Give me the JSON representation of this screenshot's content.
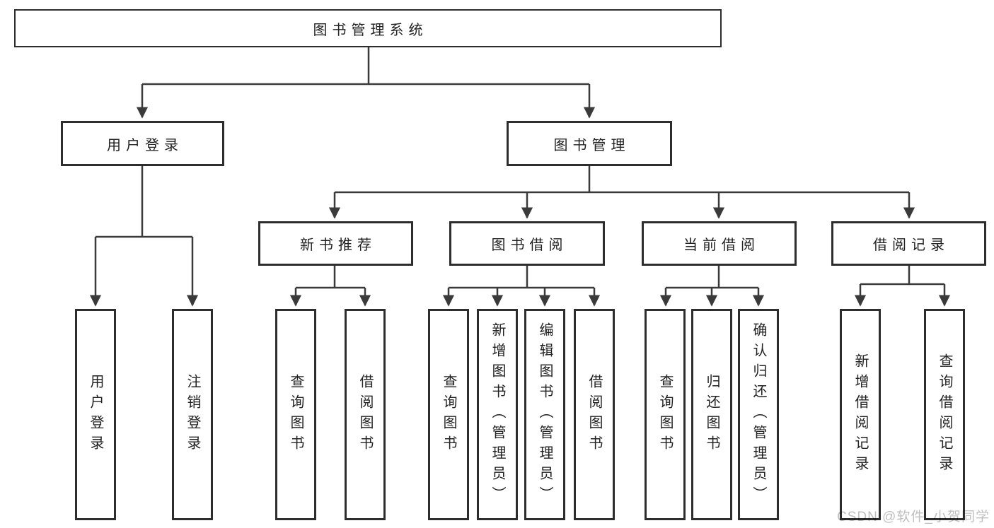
{
  "nodes": {
    "root": "图书管理系统",
    "user_login": "用户登录",
    "book_mgmt": "图书管理",
    "new_books": "新书推荐",
    "book_borrow": "图书借阅",
    "current_borrow": "当前借阅",
    "borrow_records": "借阅记录"
  },
  "leaves": [
    {
      "group": "user_login",
      "label": "用户登录"
    },
    {
      "group": "user_login",
      "label": "注销登录"
    },
    {
      "group": "new_books",
      "label": "查询图书"
    },
    {
      "group": "new_books",
      "label": "借阅图书"
    },
    {
      "group": "book_borrow",
      "label": "查询图书"
    },
    {
      "group": "book_borrow",
      "label": "新增图书（管理员）"
    },
    {
      "group": "book_borrow",
      "label": "编辑图书（管理员）"
    },
    {
      "group": "book_borrow",
      "label": "借阅图书"
    },
    {
      "group": "current_borrow",
      "label": "查询图书"
    },
    {
      "group": "current_borrow",
      "label": "归还图书"
    },
    {
      "group": "current_borrow",
      "label": "确认归还（管理员）"
    },
    {
      "group": "borrow_records",
      "label": "新增借阅记录"
    },
    {
      "group": "borrow_records",
      "label": "查询借阅记录"
    }
  ],
  "watermark": "CSDN @软件_小贺同学",
  "colors": {
    "line": "#3a3a3a",
    "box_border": "#2d2d2d",
    "text": "#222222",
    "watermark": "#bfbfbf",
    "background": "#ffffff"
  }
}
